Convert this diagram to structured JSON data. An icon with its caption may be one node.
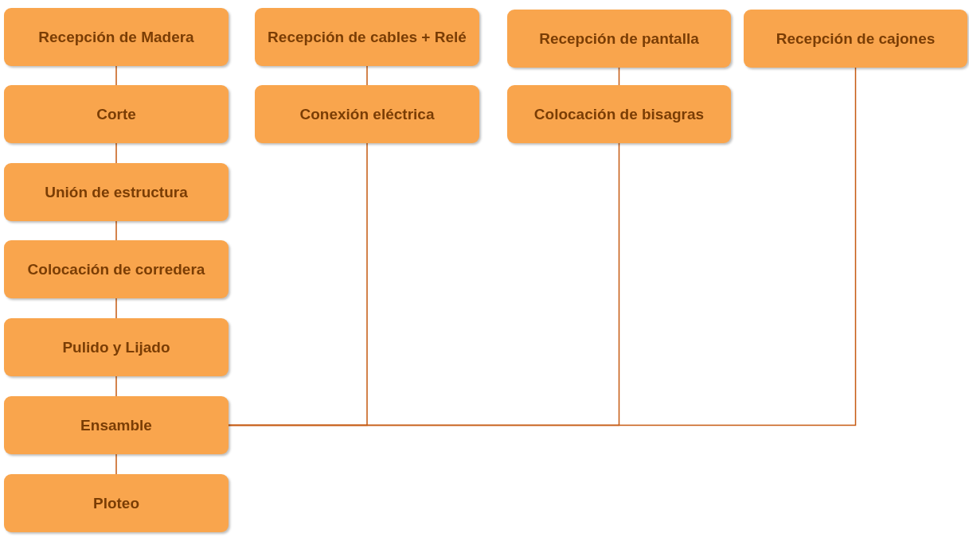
{
  "diagram": {
    "nodes": [
      {
        "text": [
          "Recepción de Madera"
        ]
      },
      {
        "text": [
          "Corte"
        ]
      },
      {
        "text": [
          "Unión de estructura"
        ]
      },
      {
        "text": [
          "Colocación de corredera"
        ]
      },
      {
        "text": [
          "Pulido y Lijado"
        ]
      },
      {
        "text": [
          "Ensamble"
        ]
      },
      {
        "text": [
          "Ploteo"
        ]
      },
      {
        "text": [
          "Recepción de cables + Relé"
        ]
      },
      {
        "text": [
          "Conexión eléctrica"
        ]
      },
      {
        "text": [
          "Recepción de pantalla"
        ]
      },
      {
        "text": [
          "Colocación de bisagras"
        ]
      },
      {
        "text": [
          "Recepción de cajones"
        ]
      }
    ],
    "edges": [
      {
        "from": 0,
        "to": 1,
        "arrow": "none"
      },
      {
        "from": 1,
        "to": 2,
        "arrow": "none"
      },
      {
        "from": 2,
        "to": 3,
        "arrow": "none"
      },
      {
        "from": 3,
        "to": 4,
        "arrow": "none"
      },
      {
        "from": 4,
        "to": 5,
        "arrow": "none"
      },
      {
        "from": 5,
        "to": 6,
        "arrow": "none"
      },
      {
        "from": 7,
        "to": 8,
        "arrow": "none"
      },
      {
        "from": 9,
        "to": 10,
        "arrow": "none"
      },
      {
        "from": 8,
        "to": 5,
        "arrow": "none"
      },
      {
        "from": 10,
        "to": 5,
        "arrow": "none"
      },
      {
        "from": 11,
        "to": 5,
        "arrow": "none"
      }
    ]
  }
}
